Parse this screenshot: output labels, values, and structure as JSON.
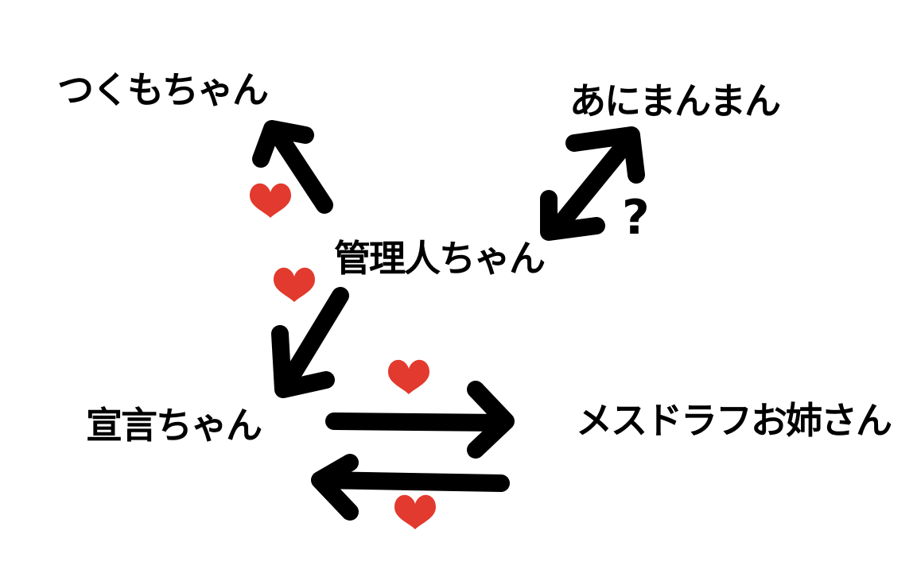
{
  "colors": {
    "background": "#ffffff",
    "text": "#000000",
    "arrow": "#000000",
    "heart": "#e23a2e"
  },
  "nodes": {
    "tsukumo": "つくもちゃん",
    "animan": "あにまんまん",
    "kanrinin": "管理人ちゃん",
    "sengen": "宣言ちゃん",
    "mesudora": "メスドラフお姉さん"
  },
  "edges": [
    {
      "from": "kanrinin",
      "to": "tsukumo",
      "direction": "one-way",
      "marker": "heart"
    },
    {
      "from": "kanrinin",
      "to": "animan",
      "direction": "two-way",
      "marker": "question"
    },
    {
      "from": "kanrinin",
      "to": "sengen",
      "direction": "one-way",
      "marker": "heart"
    },
    {
      "from": "sengen",
      "to": "mesudora",
      "direction": "one-way",
      "marker": "heart"
    },
    {
      "from": "mesudora",
      "to": "sengen",
      "direction": "one-way",
      "marker": "heart"
    }
  ],
  "markers": {
    "question": "?"
  }
}
